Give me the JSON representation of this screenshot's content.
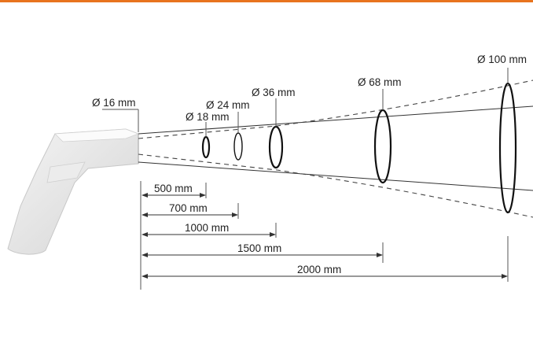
{
  "accent_color": "#E8741E",
  "device_icon": "ir-thermometer-icon",
  "spot_labels": [
    "Ø 16 mm",
    "Ø 18 mm",
    "Ø 24 mm",
    "Ø 36 mm",
    "Ø 68 mm",
    "Ø 100 mm"
  ],
  "distance_labels": [
    "500 mm",
    "700 mm",
    "1000 mm",
    "1500 mm",
    "2000 mm"
  ],
  "measurements": [
    {
      "distance_mm": 0,
      "spot_diameter_mm": 16
    },
    {
      "distance_mm": 500,
      "spot_diameter_mm": 18
    },
    {
      "distance_mm": 700,
      "spot_diameter_mm": 24
    },
    {
      "distance_mm": 1000,
      "spot_diameter_mm": 36
    },
    {
      "distance_mm": 1500,
      "spot_diameter_mm": 68
    },
    {
      "distance_mm": 2000,
      "spot_diameter_mm": 100
    }
  ]
}
